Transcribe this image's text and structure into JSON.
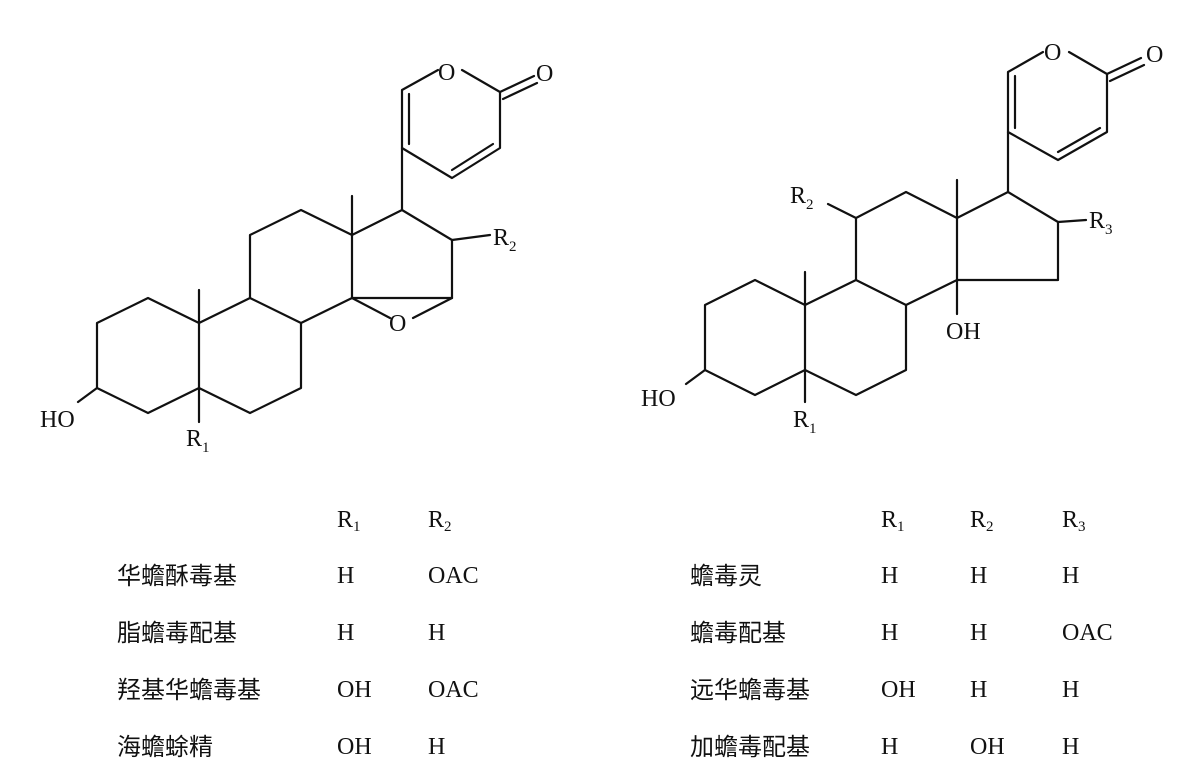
{
  "left_structure": {
    "atoms": {
      "ring_o": "O",
      "carbonyl_o": "O",
      "epoxide_o": "O",
      "ho": "HO",
      "r1": "R",
      "r1_sub": "1",
      "r2": "R",
      "r2_sub": "2"
    }
  },
  "right_structure": {
    "atoms": {
      "ring_o": "O",
      "carbonyl_o": "O",
      "oh": "OH",
      "ho": "HO",
      "r1": "R",
      "r1_sub": "1",
      "r2": "R",
      "r2_sub": "2",
      "r3": "R",
      "r3_sub": "3"
    }
  },
  "left_table": {
    "headers": [
      {
        "base": "R",
        "sub": "1"
      },
      {
        "base": "R",
        "sub": "2"
      }
    ],
    "rows": [
      {
        "name": "华蟾酥毒基",
        "r1": "H",
        "r2": "OAC"
      },
      {
        "name": "脂蟾毒配基",
        "r1": "H",
        "r2": "H"
      },
      {
        "name": "羟基华蟾毒基",
        "r1": "OH",
        "r2": "OAC"
      },
      {
        "name": "海蟾蜍精",
        "r1": "OH",
        "r2": "H"
      }
    ]
  },
  "right_table": {
    "headers": [
      {
        "base": "R",
        "sub": "1"
      },
      {
        "base": "R",
        "sub": "2"
      },
      {
        "base": "R",
        "sub": "3"
      }
    ],
    "rows": [
      {
        "name": "蟾毒灵",
        "r1": "H",
        "r2": "H",
        "r3": "H"
      },
      {
        "name": "蟾毒配基",
        "r1": "H",
        "r2": "H",
        "r3": "OAC"
      },
      {
        "name": "远华蟾毒基",
        "r1": "OH",
        "r2": "H",
        "r3": "H"
      },
      {
        "name": "加蟾毒配基",
        "r1": "H",
        "r2": "OH",
        "r3": "H"
      }
    ]
  }
}
